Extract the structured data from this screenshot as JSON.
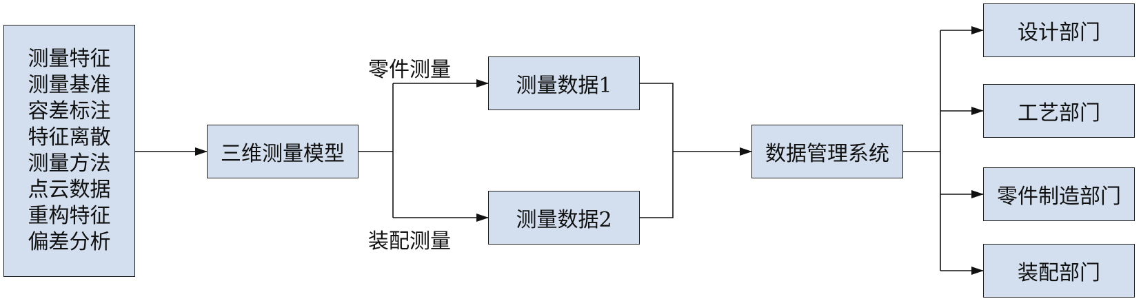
{
  "colors": {
    "box_fill": "#d3dfef",
    "box_border": "#1a1a1a",
    "connector": "#111111"
  },
  "source": {
    "lines": [
      "测量特征",
      "测量基准",
      "容差标注",
      "特征离散",
      "测量方法",
      "点云数据",
      "重构特征",
      "偏差分析"
    ]
  },
  "model": {
    "label": "三维测量模型"
  },
  "branches": {
    "top_label": "零件测量",
    "bottom_label": "装配测量"
  },
  "data1": {
    "label": "测量数据1"
  },
  "data2": {
    "label": "测量数据2"
  },
  "system": {
    "label": "数据管理系统"
  },
  "departments": [
    {
      "label": "设计部门"
    },
    {
      "label": "工艺部门"
    },
    {
      "label": "零件制造部门"
    },
    {
      "label": "装配部门"
    }
  ]
}
